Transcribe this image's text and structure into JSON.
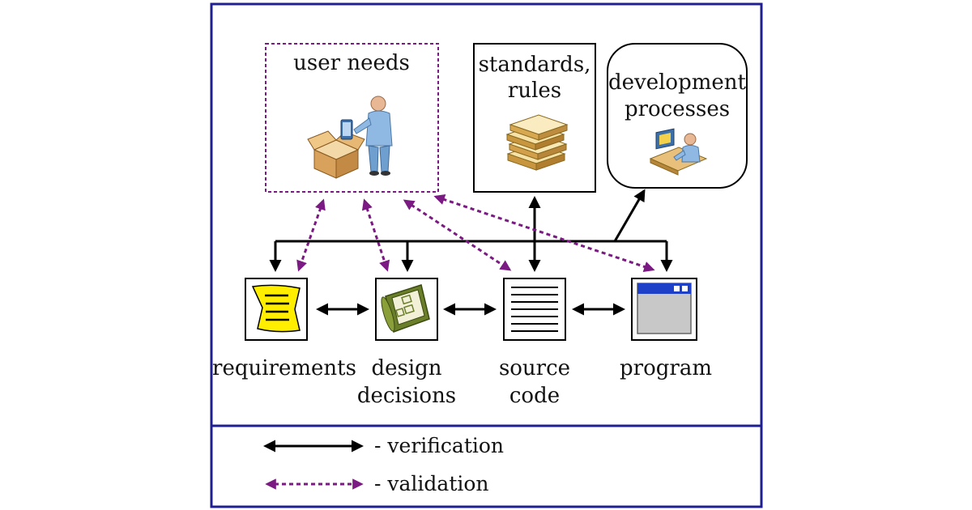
{
  "nodes": {
    "user_needs": "user needs",
    "standards_line1": "standards,",
    "standards_line2": "rules",
    "dev_line1": "development",
    "dev_line2": "processes",
    "requirements": "requirements",
    "design_line1": "design",
    "design_line2": "decisions",
    "source_line1": "source",
    "source_line2": "code",
    "program": "program"
  },
  "legend": {
    "verification": "- verification",
    "validation": "- validation"
  },
  "colors": {
    "frame": "#1f1f8f",
    "validation": "#7a1a82",
    "verification": "#000000",
    "requirements_doc": "#ffee00",
    "design_doc": "#6b7f2a",
    "program_titlebar": "#1e3fc8"
  }
}
